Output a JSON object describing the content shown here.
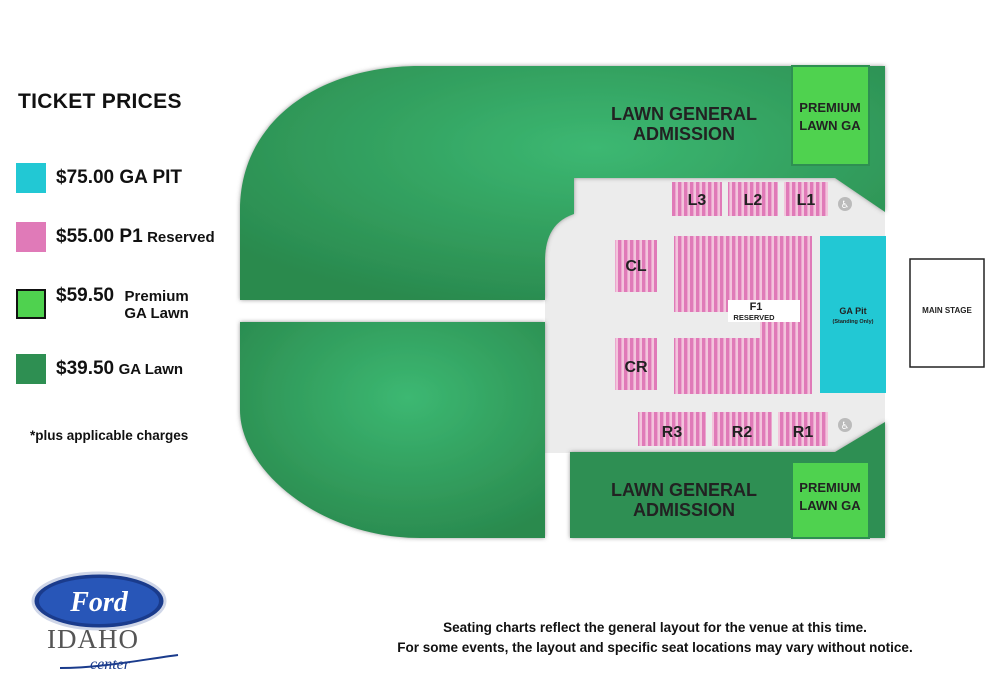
{
  "legend": {
    "title": "TICKET PRICES",
    "items": [
      {
        "price": "$75.00 GA PIT",
        "desc": "",
        "color": "#22c8d4"
      },
      {
        "price": "$55.00 P1",
        "desc": "Reserved",
        "color": "#e07ab8"
      },
      {
        "price": "$59.50",
        "desc": "Premium GA Lawn",
        "color": "#4fd24f"
      },
      {
        "price": "$39.50",
        "desc": "GA Lawn",
        "color": "#2e8f52"
      }
    ],
    "note": "*plus applicable charges"
  },
  "map": {
    "lawn_upper": [
      "LAWN GENERAL",
      "ADMISSION"
    ],
    "lawn_lower": [
      "LAWN GENERAL",
      "ADMISSION"
    ],
    "premium_upper": [
      "PREMIUM",
      "LAWN GA"
    ],
    "premium_lower": [
      "PREMIUM",
      "LAWN GA"
    ],
    "sections": {
      "l3": "L3",
      "l2": "L2",
      "l1": "L1",
      "r3": "R3",
      "r2": "R2",
      "r1": "R1",
      "cl": "CL",
      "cr": "CR",
      "f1": "F1",
      "f1_sub": "RESERVED"
    },
    "pit": {
      "title": "GA Pit",
      "sub": "(Standing Only)"
    },
    "stage": "MAIN STAGE",
    "accessible_icon": "wheelchair-icon",
    "colors": {
      "lawn": "#2e8f52",
      "premium": "#4fd24f",
      "reserved": "#e07ab8",
      "pit": "#22c8d4",
      "floor": "#ececec"
    }
  },
  "logo": {
    "brand": "Ford",
    "name": "IDAHO",
    "script": "center"
  },
  "footer": {
    "line1": "Seating charts reflect the general layout for the venue at this time.",
    "line2": "For some events, the layout and specific seat locations may vary without notice."
  }
}
